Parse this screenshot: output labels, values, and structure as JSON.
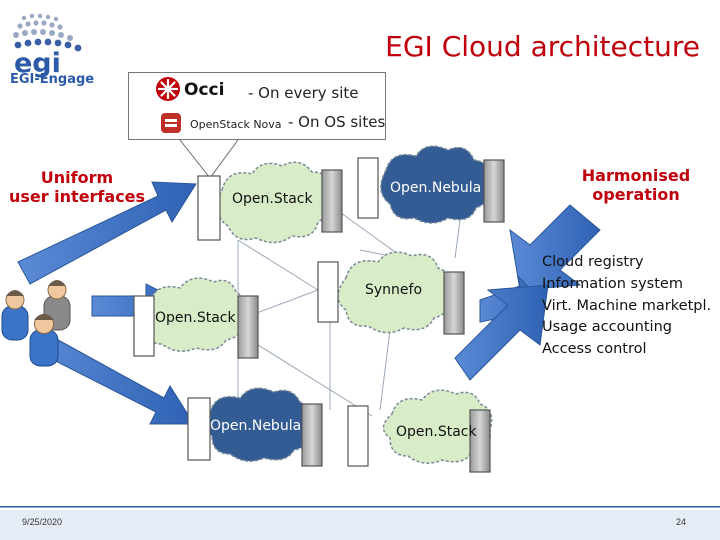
{
  "header": {
    "title": "EGI Cloud architecture",
    "logo_subtitle": "EGI-Engage"
  },
  "callout": {
    "occi_logo_text": "Occi",
    "occi_note": "- On every site",
    "nova_logo_text": "OpenStack Nova",
    "nova_note": "- On OS sites"
  },
  "left_label": {
    "line1": "Uniform",
    "line2": "user interfaces"
  },
  "right_label": {
    "line1": "Harmonised",
    "line2": "operation"
  },
  "clouds": [
    {
      "label": "Open.Stack",
      "color": "#d8ecc8"
    },
    {
      "label": "Open.Nebula",
      "color": "#335b94"
    },
    {
      "label": "Synnefo",
      "color": "#d8ecc8"
    },
    {
      "label": "Open.Stack",
      "color": "#d8ecc8"
    },
    {
      "label": "Open.Nebula",
      "color": "#335b94"
    },
    {
      "label": "Open.Stack",
      "color": "#d8ecc8"
    }
  ],
  "services": [
    "Cloud registry",
    "Information system",
    "Virt. Machine marketpl.",
    "Usage accounting",
    "Access control"
  ],
  "footer": {
    "date": "9/25/2020",
    "page": "24"
  },
  "colors": {
    "accent_red": "#c0000b",
    "arrow_blue": "#3b73c6",
    "footer_blue": "#2a5aa8"
  }
}
